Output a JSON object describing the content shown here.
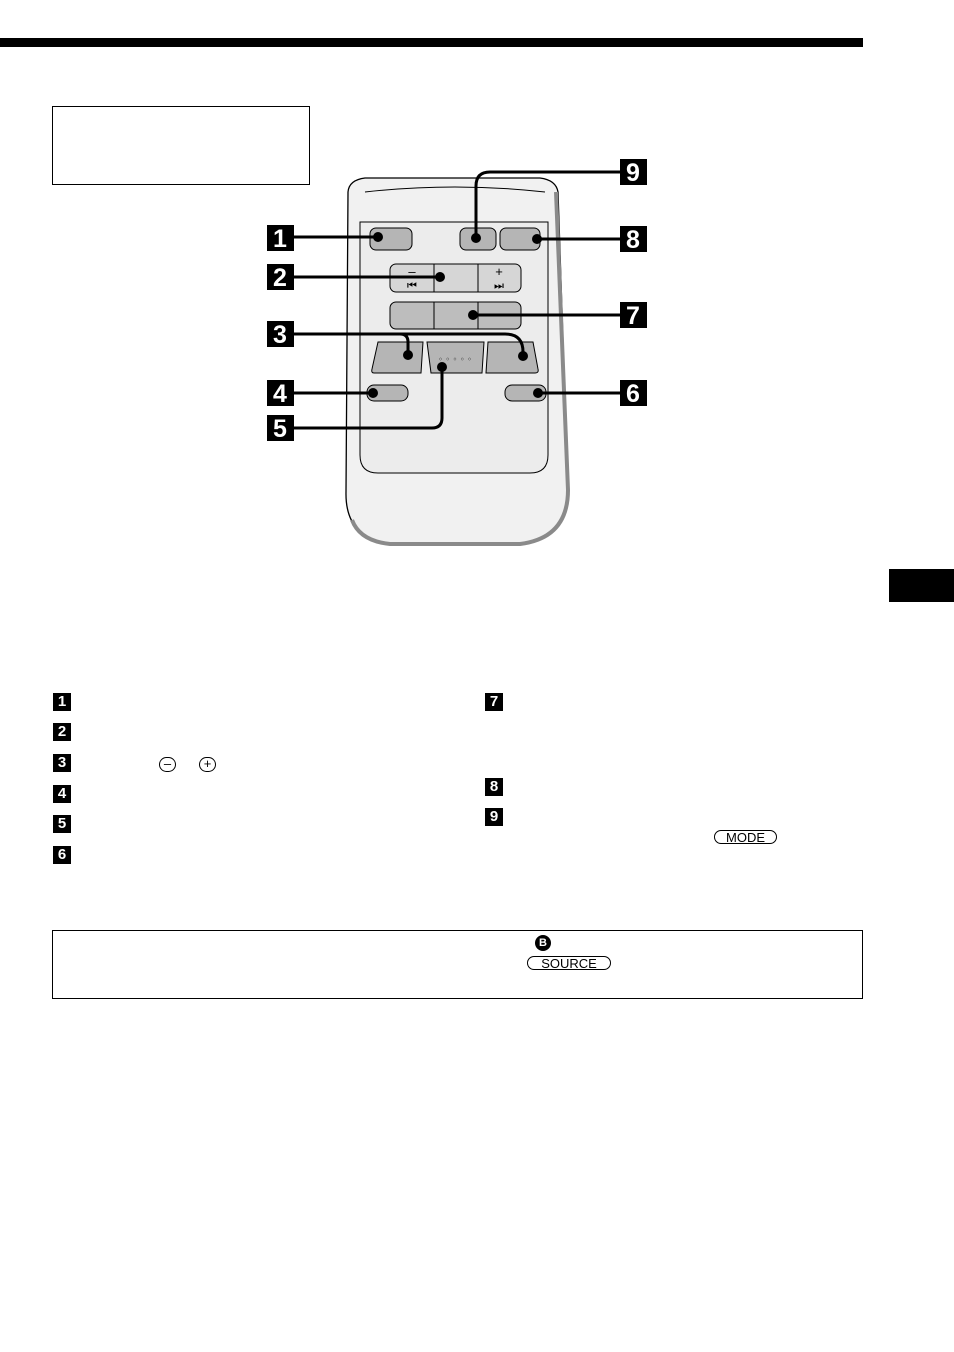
{
  "diagram": {
    "callouts": [
      "1",
      "2",
      "3",
      "4",
      "5",
      "6",
      "7",
      "8",
      "9"
    ],
    "rocker_minus": "–",
    "rocker_plus": "+",
    "prev_icon": "⏮",
    "next_icon": "⏭",
    "dots": "◦ ◦ ◦ ◦ ◦"
  },
  "legend": {
    "left_numbers": [
      "1",
      "2",
      "3",
      "4",
      "5",
      "6"
    ],
    "right_numbers": [
      "7",
      "8",
      "9"
    ],
    "minus_symbol": "–",
    "plus_symbol": "+",
    "mode_key": "MODE"
  },
  "note": {
    "badge": "B",
    "source_key": "SOURCE"
  }
}
